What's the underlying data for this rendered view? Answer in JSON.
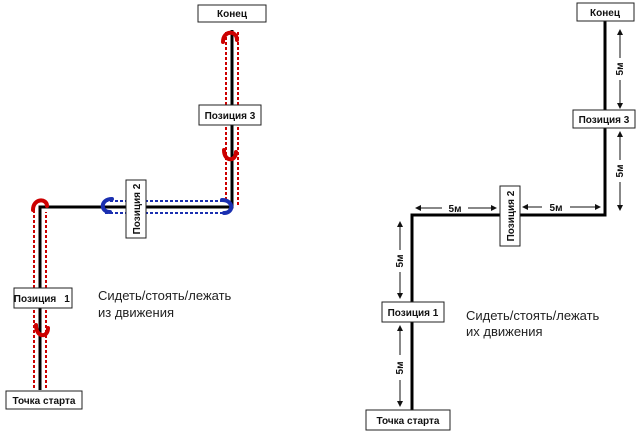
{
  "left_diagram": {
    "end_label": "Конец",
    "pos1_label": "Позиция",
    "pos1_num": "1",
    "pos2_label": "Позиция 2",
    "pos3_label": "Позиция 3",
    "start_label": "Точка старта",
    "note_line1": "Сидеть/стоять/лежать",
    "note_line2": "из движения"
  },
  "right_diagram": {
    "end_label": "Конец",
    "pos1_label": "Позиция 1",
    "pos2_label": "Позиция 2",
    "pos3_label": "Позиция 3",
    "start_label": "Точка старта",
    "note_line1": "Сидеть/стоять/лежать",
    "note_line2": "их движения",
    "distance_label": "5м"
  },
  "colors": {
    "path": "#000000",
    "red_route": "#cc0000",
    "blue_route": "#1a2fb0"
  },
  "icons": [
    "red-turn-arrow-icon",
    "blue-turn-arrow-icon",
    "dimension-arrow-icon"
  ]
}
